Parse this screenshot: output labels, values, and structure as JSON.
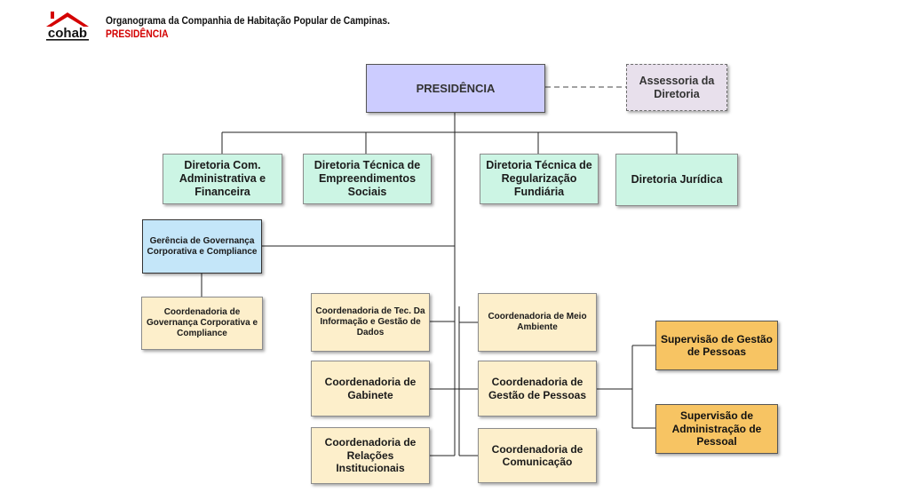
{
  "header": {
    "logo_text": "cohab",
    "title": "Organograma da Companhia de Habitação Popular de Campinas.",
    "subtitle": "PRESIDÊNCIA"
  },
  "colors": {
    "presidencia": "#ccccff",
    "assessoria": "#e8e0ec",
    "diretorias": "#ccf5e4",
    "gerencia": "#c4e6f9",
    "coordenadorias": "#fdefcb",
    "supervisoes": "#f7c463",
    "subtitle_red": "#d30000"
  },
  "org": {
    "presidencia": "PRESIDÊNCIA",
    "assessoria": "Assessoria da Diretoria",
    "diretorias": [
      "Diretoria Com. Administrativa e Financeira",
      "Diretoria Técnica de Empreendimentos Sociais",
      "Diretoria Técnica de Regularização Fundiária",
      "Diretoria Jurídica"
    ],
    "gerencia": "Gerência de Governança Corporativa e Compliance",
    "coord_governanca": "Coordenadoria de Governança Corporativa e Compliance",
    "coordenadorias_esquerda": [
      "Coordenadoria de Tec. Da Informação e Gestão de Dados",
      "Coordenadoria de Gabinete",
      "Coordenadoria de Relações Institucionais"
    ],
    "coordenadorias_direita": [
      "Coordenadoria de Meio Ambiente",
      "Coordenadoria de Gestão de Pessoas",
      "Coordenadoria de Comunicação"
    ],
    "supervisoes": [
      "Supervisão de Gestão de Pessoas",
      "Supervisão de Administração de Pessoal"
    ]
  }
}
